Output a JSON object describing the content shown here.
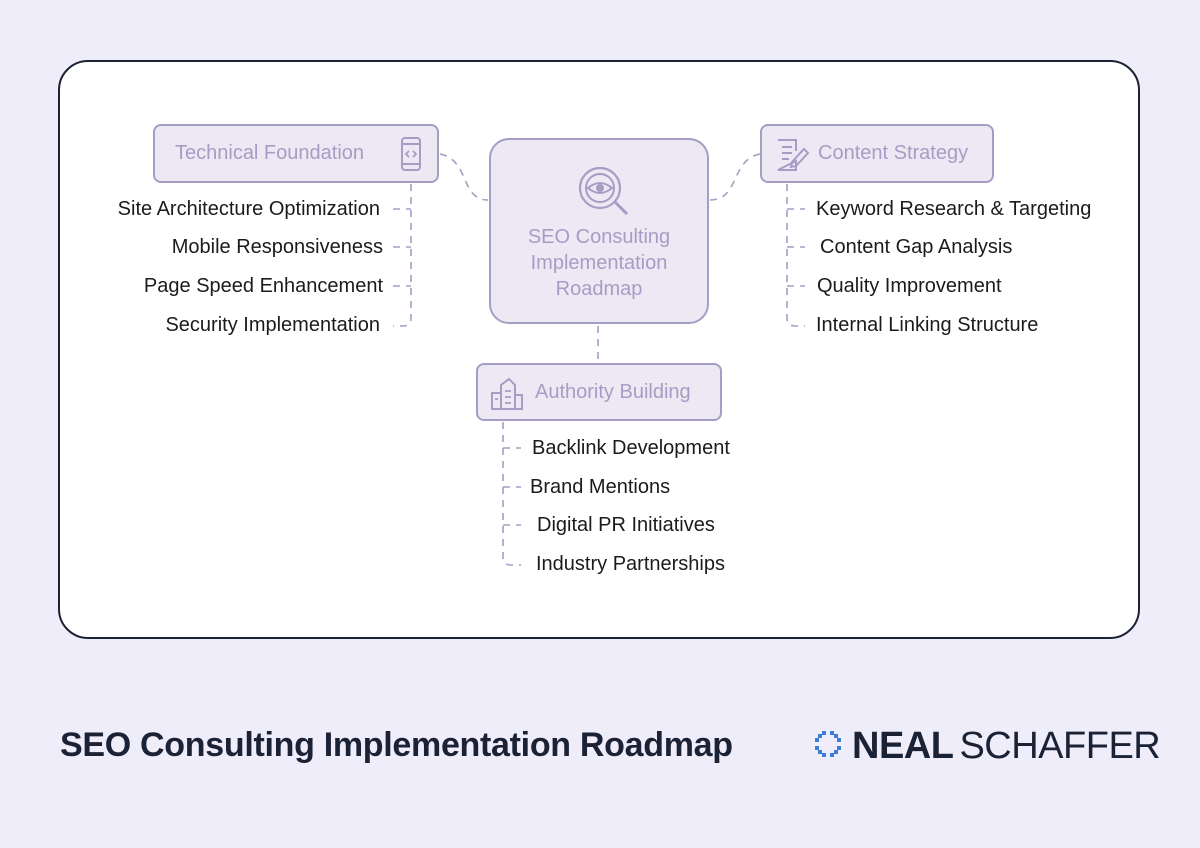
{
  "diagram": {
    "center_title": [
      "SEO Consulting",
      "Implementation",
      "Roadmap"
    ],
    "branches": [
      {
        "id": "technical",
        "title": "Technical Foundation",
        "icon": "mobile-code-icon",
        "items": [
          "Site Architecture Optimization",
          "Mobile Responsiveness",
          "Page Speed Enhancement",
          "Security Implementation"
        ]
      },
      {
        "id": "content",
        "title": "Content Strategy",
        "icon": "document-pen-icon",
        "items": [
          "Keyword Research & Targeting",
          "Content Gap Analysis",
          "Quality Improvement",
          "Internal Linking Structure"
        ]
      },
      {
        "id": "authority",
        "title": "Authority Building",
        "icon": "buildings-icon",
        "items": [
          "Backlink Development",
          "Brand Mentions",
          "Digital PR Initiatives",
          "Industry Partnerships"
        ]
      }
    ]
  },
  "footer": {
    "title": "SEO Consulting Implementation Roadmap",
    "brand_bold": "NEAL",
    "brand_light": "SCHAFFER"
  },
  "colors": {
    "background": "#EFEDFA",
    "card_border": "#1B2236",
    "node_fill": "#ECE9F5",
    "node_stroke": "#A79DC4",
    "brand_blue": "#3B7DD8"
  }
}
